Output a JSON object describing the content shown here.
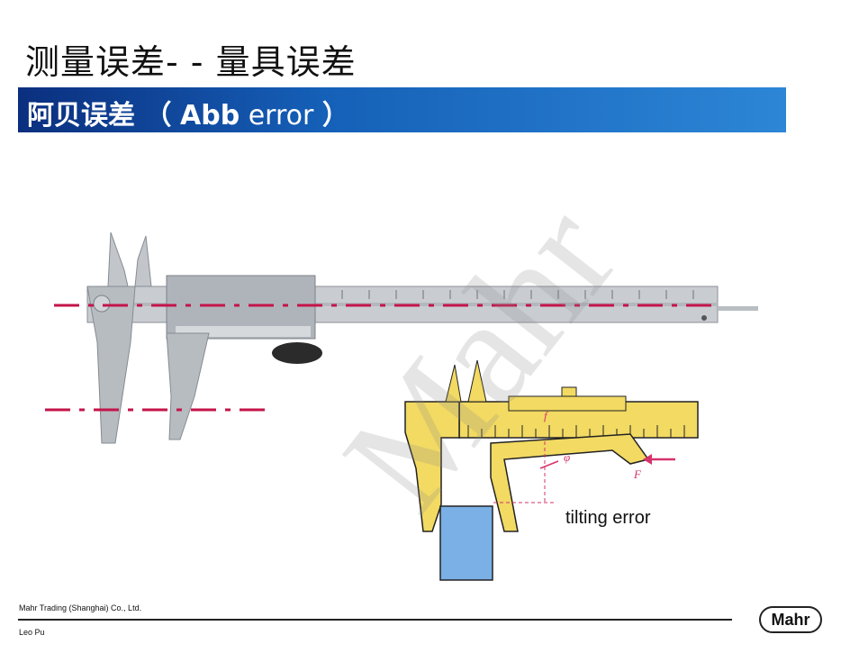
{
  "slide": {
    "title": "测量误差- - 量具误差",
    "banner": {
      "cn": "阿贝误差 （",
      "bold_en": "Abb",
      "en": "error",
      "close": "）"
    },
    "diagram": {
      "tilting_label": "tilting error",
      "force_label": "F",
      "f_label": "f",
      "phi_label": "φ"
    },
    "watermark": "Mahr",
    "footer": {
      "company": "Mahr Trading (Shanghai) Co., Ltd.",
      "author": "Leo Pu",
      "logo": "Mahr"
    }
  },
  "colors": {
    "banner_start": "#0b2f7f",
    "banner_end": "#2d86d6",
    "dash_line": "#c4144a",
    "caliper_yellow": "#f2da63",
    "workpiece_blue": "#7ab0e6"
  }
}
